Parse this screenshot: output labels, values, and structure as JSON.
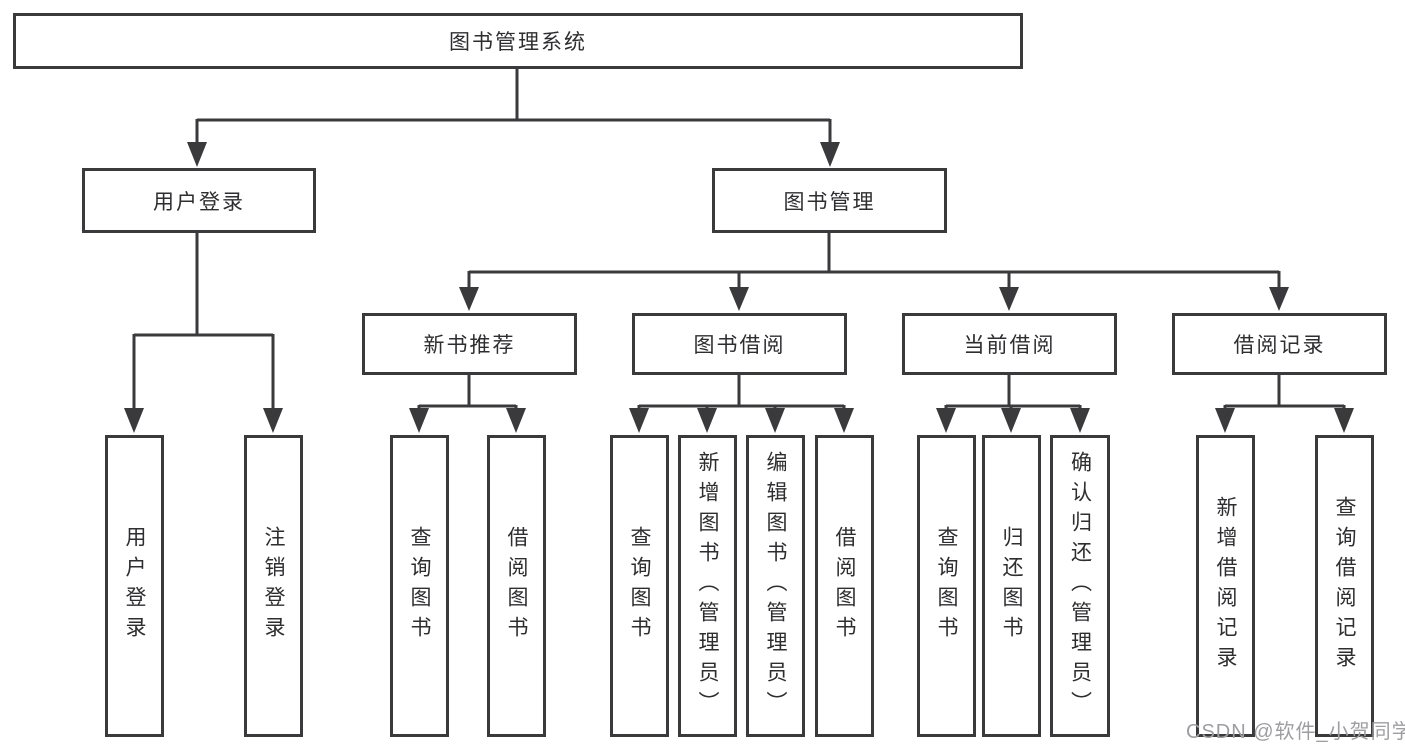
{
  "diagram_title": "图书管理系统",
  "tree": {
    "label": "图书管理系统",
    "children": [
      {
        "label": "用户登录",
        "children": [
          {
            "label": "用户登录"
          },
          {
            "label": "注销登录"
          }
        ]
      },
      {
        "label": "图书管理",
        "children": [
          {
            "label": "新书推荐",
            "children": [
              {
                "label": "查询图书"
              },
              {
                "label": "借阅图书"
              }
            ]
          },
          {
            "label": "图书借阅",
            "children": [
              {
                "label": "查询图书"
              },
              {
                "label": "新增图书（管理员）"
              },
              {
                "label": "编辑图书（管理员）"
              },
              {
                "label": "借阅图书"
              }
            ]
          },
          {
            "label": "当前借阅",
            "children": [
              {
                "label": "查询图书"
              },
              {
                "label": "归还图书"
              },
              {
                "label": "确认归还（管理员）"
              }
            ]
          },
          {
            "label": "借阅记录",
            "children": [
              {
                "label": "新增借阅记录"
              },
              {
                "label": "查询借阅记录"
              }
            ]
          }
        ]
      }
    ]
  },
  "watermark": "CSDN @软件_小贺同学",
  "colors": {
    "line": "#3a3a3c",
    "text": "#2e2e30",
    "watermark": "#9e9ea2",
    "background": "#ffffff"
  }
}
